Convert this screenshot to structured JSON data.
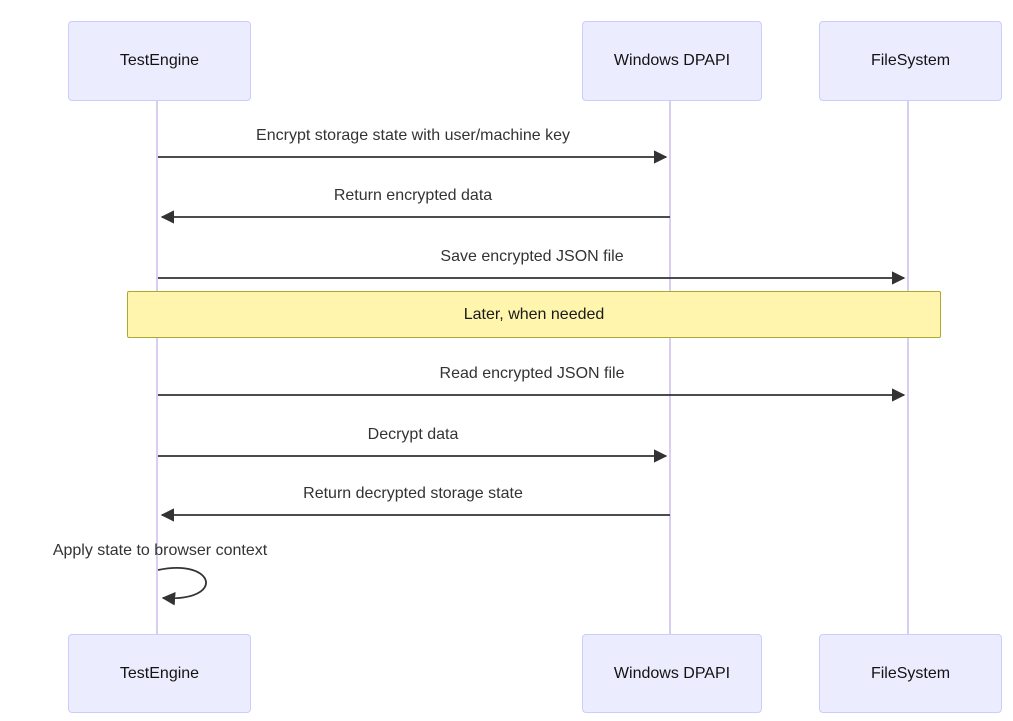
{
  "diagram": {
    "type": "sequence-diagram",
    "actors": [
      {
        "id": "testengine",
        "label": "TestEngine"
      },
      {
        "id": "windows-dpapi",
        "label": "Windows DPAPI"
      },
      {
        "id": "filesystem",
        "label": "FileSystem"
      }
    ],
    "messages": [
      {
        "from": "TestEngine",
        "to": "Windows DPAPI",
        "direction": "right",
        "label": "Encrypt storage state with user/machine key"
      },
      {
        "from": "Windows DPAPI",
        "to": "TestEngine",
        "direction": "left",
        "label": "Return encrypted data"
      },
      {
        "from": "TestEngine",
        "to": "FileSystem",
        "direction": "right",
        "label": "Save encrypted JSON file"
      },
      {
        "from": "TestEngine",
        "to": "FileSystem",
        "direction": "right",
        "label": "Read encrypted JSON file"
      },
      {
        "from": "TestEngine",
        "to": "Windows DPAPI",
        "direction": "right",
        "label": "Decrypt data"
      },
      {
        "from": "Windows DPAPI",
        "to": "TestEngine",
        "direction": "left",
        "label": "Return decrypted storage state"
      },
      {
        "from": "TestEngine",
        "to": "TestEngine",
        "direction": "self",
        "label": "Apply state to browser context"
      }
    ],
    "note": {
      "over": "TestEngine,FileSystem",
      "label": "Later, when needed"
    },
    "colors": {
      "actor_fill": "#ECECFF",
      "actor_border": "#CCCCFF",
      "lifeline": "#d9cdf2",
      "note_fill": "#fff5ad",
      "note_border": "#aaaa33",
      "arrow": "#333333",
      "text": "#333333"
    }
  }
}
